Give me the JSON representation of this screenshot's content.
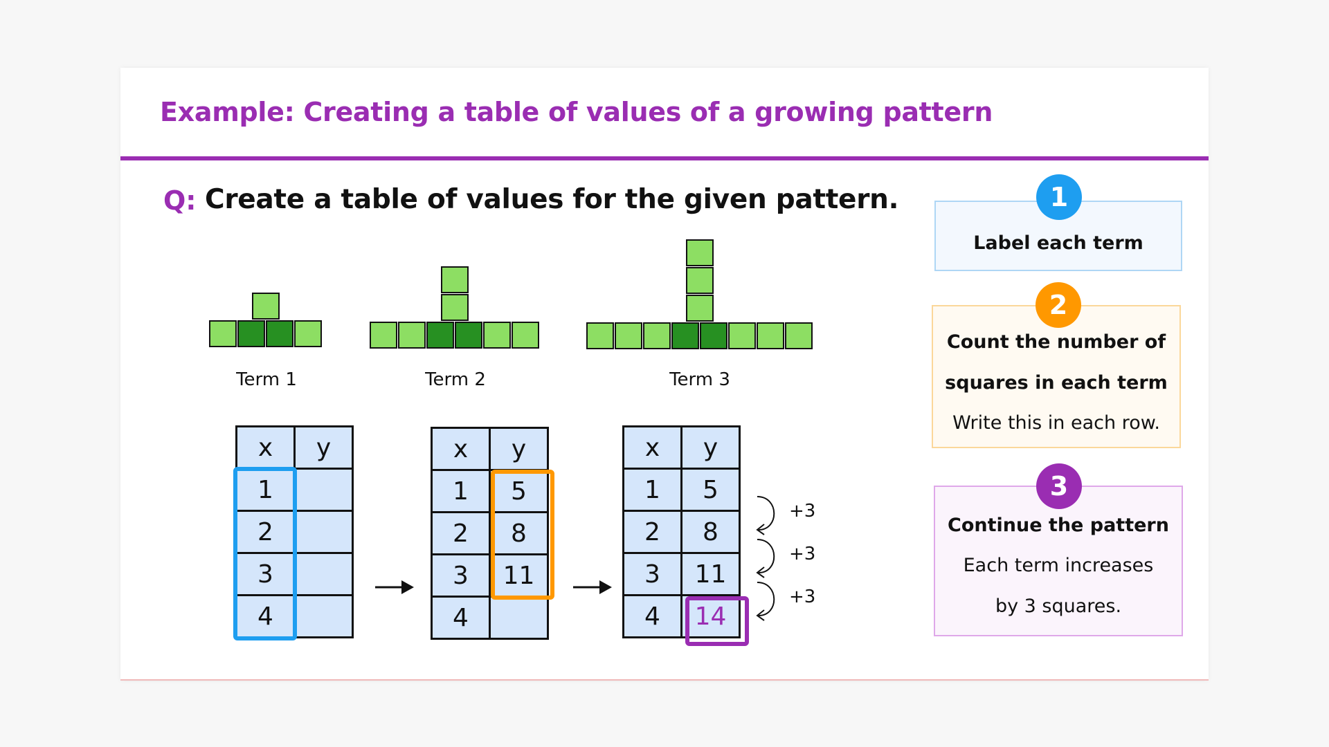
{
  "title": "Example: Creating a table of values of a growing pattern",
  "question": {
    "label": "Q:",
    "text": "Create a table of values for the given pattern."
  },
  "terms": [
    {
      "label": "Term 1",
      "base_squares": 4,
      "dark_squares": 2,
      "stack_height": 1
    },
    {
      "label": "Term 2",
      "base_squares": 6,
      "dark_squares": 2,
      "stack_height": 2
    },
    {
      "label": "Term 3",
      "base_squares": 8,
      "dark_squares": 2,
      "stack_height": 3
    }
  ],
  "colors": {
    "accent_purple": "#9a2db2",
    "blue": "#1e9ef0",
    "orange": "#ff9800",
    "square_light": "#8dde63",
    "square_dark": "#279022",
    "table_fill": "#d5e6fb"
  },
  "tables": [
    {
      "header": [
        "x",
        "y"
      ],
      "rows": [
        [
          "1",
          ""
        ],
        [
          "2",
          ""
        ],
        [
          "3",
          ""
        ],
        [
          "4",
          ""
        ]
      ],
      "highlight": "x column"
    },
    {
      "header": [
        "x",
        "y"
      ],
      "rows": [
        [
          "1",
          "5"
        ],
        [
          "2",
          "8"
        ],
        [
          "3",
          "11"
        ],
        [
          "4",
          ""
        ]
      ],
      "highlight": "y values 5, 8, 11"
    },
    {
      "header": [
        "x",
        "y"
      ],
      "rows": [
        [
          "1",
          "5"
        ],
        [
          "2",
          "8"
        ],
        [
          "3",
          "11"
        ],
        [
          "4",
          "14"
        ]
      ],
      "highlight": "y value 14",
      "increments": [
        "+3",
        "+3",
        "+3"
      ]
    }
  ],
  "steps": [
    {
      "number": "1",
      "bold_lines": [
        "Label each term"
      ],
      "regular_lines": [],
      "color": "#1e9ef0",
      "bg": "#f3f8fe",
      "border": "#aed6f5"
    },
    {
      "number": "2",
      "bold_lines": [
        "Count the number of",
        "squares in each term"
      ],
      "regular_lines": [
        "Write this in each row."
      ],
      "color": "#ff9800",
      "bg": "#fffaf2",
      "border": "#fbd79a"
    },
    {
      "number": "3",
      "bold_lines": [
        "Continue the pattern"
      ],
      "regular_lines": [
        "Each term increases",
        "by 3 squares."
      ],
      "color": "#9a2db2",
      "bg": "#fbf4fc",
      "border": "#dfa8e9"
    }
  ]
}
